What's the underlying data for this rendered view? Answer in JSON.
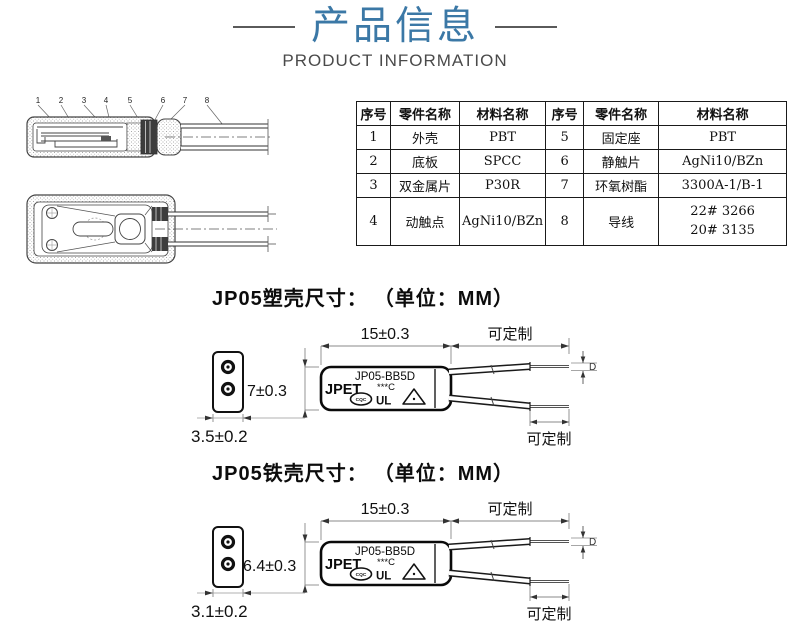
{
  "header": {
    "title_cn": "产品信息",
    "title_en": "PRODUCT INFORMATION"
  },
  "colors": {
    "title_blue": "#3b78a6",
    "divider_gray": "#5a5a5a"
  },
  "drawing": {
    "callouts": [
      "1",
      "2",
      "3",
      "4",
      "5",
      "6",
      "7",
      "8"
    ]
  },
  "parts_table": {
    "headers": [
      "序号",
      "零件名称",
      "材料名称",
      "序号",
      "零件名称",
      "材料名称"
    ],
    "rows": [
      [
        "1",
        "外壳",
        "PBT",
        "5",
        "固定座",
        "PBT"
      ],
      [
        "2",
        "底板",
        "SPCC",
        "6",
        "静触片",
        "AgNi10/BZn"
      ],
      [
        "3",
        "双金属片",
        "P30R",
        "7",
        "环氧树酯",
        "3300A-1/B-1"
      ],
      [
        "4",
        "动触点",
        "AgNi10/BZn",
        "8",
        "导线",
        "22# 3266\n20# 3135"
      ]
    ]
  },
  "plastic": {
    "heading": "JP05塑壳尺寸：",
    "unit": "（单位：MM）",
    "body_width": "15±0.3",
    "height": "7±0.3",
    "pin_pitch": "3.5±0.2",
    "lead_top": "可定制",
    "lead_bottom": "可定制",
    "brand": "JPET",
    "model": "JP05-BB5D",
    "temp_mark": "***C",
    "diameter_label": "D",
    "logo_cqc": "CQC",
    "logo_ul": "UL"
  },
  "iron": {
    "heading": "JP05铁壳尺寸：",
    "unit": "（单位：MM）",
    "body_width": "15±0.3",
    "height": "6.4±0.3",
    "pin_pitch": "3.1±0.2",
    "lead_top": "可定制",
    "lead_bottom": "可定制",
    "brand": "JPET",
    "model": "JP05-BB5D",
    "temp_mark": "***C",
    "diameter_label": "D",
    "logo_cqc": "CQC",
    "logo_ul": "UL"
  }
}
